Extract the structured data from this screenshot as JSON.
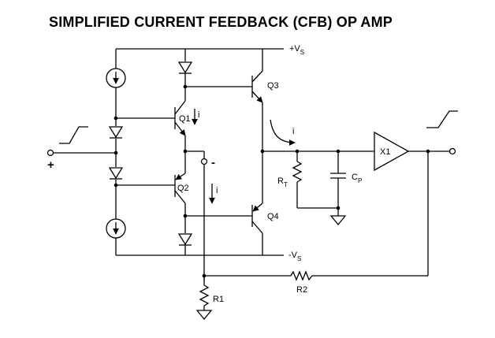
{
  "title": "SIMPLIFIED CURRENT FEEDBACK (CFB) OP AMP",
  "labels": {
    "vs_pos": "+V",
    "vs_pos_sub": "S",
    "vs_neg": "-V",
    "vs_neg_sub": "S",
    "q1": "Q1",
    "q2": "Q2",
    "q3": "Q3",
    "q4": "Q4",
    "x1": "X1",
    "rt": "R",
    "rt_sub": "T",
    "cp": "C",
    "cp_sub": "P",
    "r1": "R1",
    "r2": "R2",
    "i_q1": "i",
    "i_inv": "i",
    "i_out": "i",
    "plus_input": "+",
    "minus_input": "-"
  }
}
